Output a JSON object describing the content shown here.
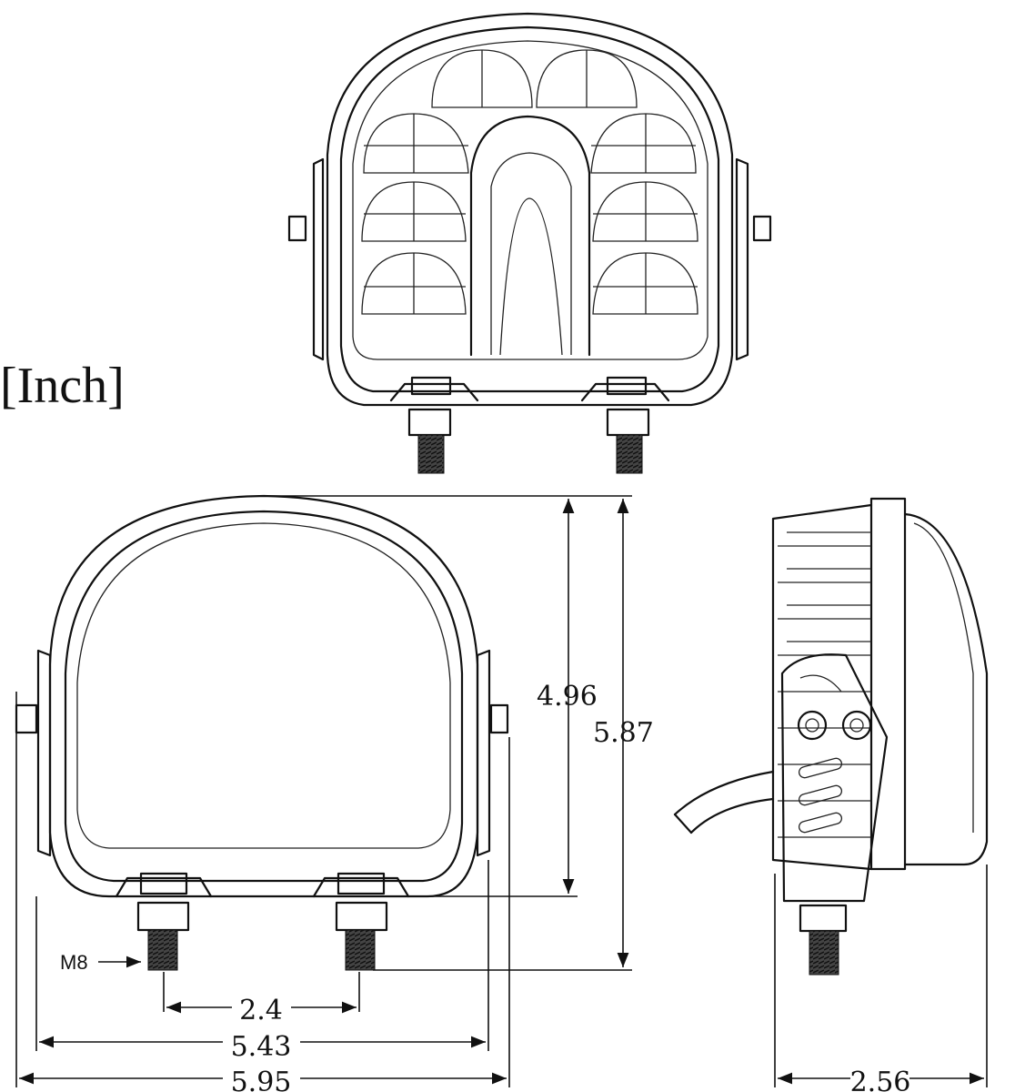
{
  "unit_label": "[Inch]",
  "dimensions": {
    "led_housing_height": "4.96",
    "overall_height": "5.87",
    "bolt_spacing": "2.4",
    "bracket_width": "5.43",
    "overall_width": "5.95",
    "depth": "2.56"
  },
  "bolt_thread": "M8",
  "stroke_color": "#111111",
  "background_color": "#ffffff"
}
